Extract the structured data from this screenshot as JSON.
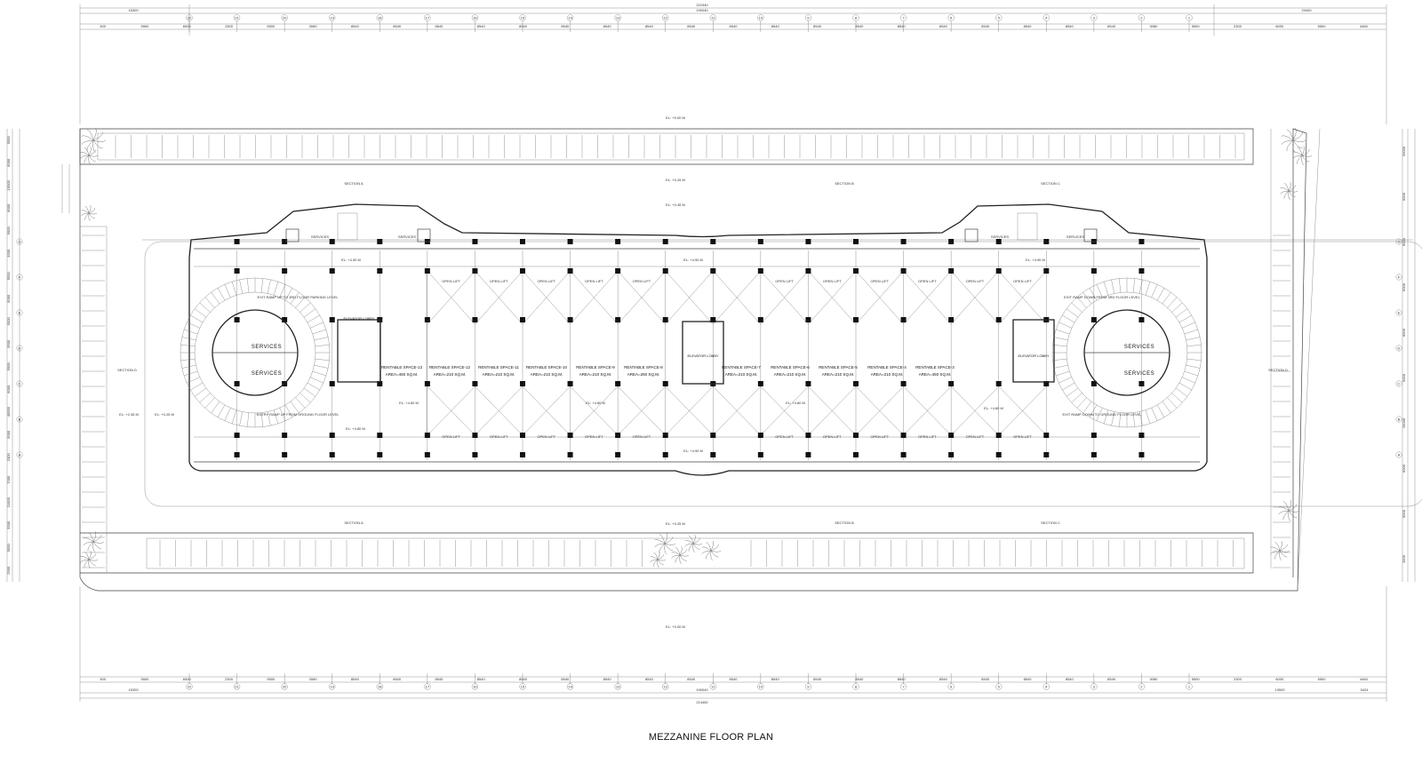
{
  "drawing": {
    "title": "MEZZANINE FLOOR PLAN",
    "bays": [
      "22",
      "21",
      "20",
      "19",
      "18",
      "17",
      "16",
      "15",
      "14",
      "13",
      "12",
      "11",
      "10",
      "9",
      "8",
      "7",
      "6",
      "5",
      "4",
      "3",
      "2",
      "1"
    ],
    "rows": [
      "G",
      "F",
      "E",
      "D",
      "C",
      "B",
      "A"
    ],
    "top_overall": {
      "left": "15300",
      "center": "190040",
      "right": "23400",
      "total": "222340"
    },
    "bottom_overall": {
      "left": "15300",
      "center": "190040",
      "right": "13500",
      "extra": "3424",
      "total": "214462"
    },
    "bay_dims": [
      "300",
      "5500",
      "6000",
      "2300",
      "5500",
      "3080",
      "8540",
      "8540",
      "8540",
      "8540",
      "8540",
      "8540",
      "8540",
      "8540",
      "8540",
      "8540",
      "8540",
      "8540",
      "8540",
      "8540",
      "8540",
      "8540",
      "8540",
      "8540",
      "8540",
      "3080",
      "5500",
      "2300",
      "6000",
      "5500",
      "4460"
    ],
    "left_dims": [
      "5000",
      "6000",
      "15000",
      "6000",
      "5000",
      "1500",
      "5500",
      "5000",
      "5000",
      "5500",
      "5500",
      "6000",
      "40000",
      "5000",
      "2300",
      "7000",
      "21000",
      "5500",
      "5500",
      "2500"
    ],
    "right_dims": [
      "20000",
      "5000",
      "5000",
      "5000",
      "6000",
      "5000",
      "15000",
      "6000",
      "5000",
      "1500"
    ],
    "section_labels": {
      "a": "SECTION A",
      "b": "SECTION B",
      "c": "SECTION C",
      "d": "SECTION D"
    },
    "levels": {
      "ground_top": "EL: +0.00 M",
      "ground_bottom": "EL: +0.00 M",
      "road_top": "EL: +0.25 M",
      "road_bottom": "EL: +0.25 M",
      "upper_top": "EL: +0.45 M",
      "deck_left": "EL: +4.90 M",
      "deck_center": "EL: +4.90 M",
      "deck_right": "EL: +4.90 M",
      "ramp_left": "EL: +2.45 M",
      "ramp_left2": "EL: +0.25 M",
      "lobby_left": "EL: +4.80 M",
      "mid_left": "EL: +4.80 M",
      "mid_center": "EL: +4.80 M",
      "mid_right": "EL: +4.80 M",
      "center_bottom": "EL: +4.90 M"
    },
    "services": "SERVICES",
    "elevator_lobby": "ELEVATOR LOBBY",
    "open_lift": "OPEN LIFT",
    "ramp_left_up": "EXIT RAMP UP TO 3RD FLOOR PARKING LEVEL",
    "ramp_left_down": "ENTRY RAMP UP FROM GROUND FLOOR LEVEL",
    "ramp_right_up": "EXIT RAMP DOWN FROM 3RD FLOOR LEVEL",
    "ramp_right_down": "EXIT RAMP DOWN TO GROUND FLOOR LEVEL",
    "spaces_left": [
      {
        "name": "RENTABLE SPACE-13",
        "area": "AREA=450 SQ.M."
      },
      {
        "name": "RENTABLE SPACE-12",
        "area": "AREA=210 SQ.M."
      },
      {
        "name": "RENTABLE SPACE-11",
        "area": "AREA=210 SQ.M."
      },
      {
        "name": "RENTABLE SPACE-10",
        "area": "AREA=210 SQ.M."
      },
      {
        "name": "RENTABLE SPACE-9",
        "area": "AREA=210 SQ.M."
      },
      {
        "name": "RENTABLE SPACE-8",
        "area": "AREA=250 SQ.M."
      }
    ],
    "spaces_right": [
      {
        "name": "RENTABLE SPACE-7",
        "area": "AREA=210 SQ.M."
      },
      {
        "name": "RENTABLE SPACE-6",
        "area": "AREA=210 SQ.M."
      },
      {
        "name": "RENTABLE SPACE-5",
        "area": "AREA=210 SQ.M."
      },
      {
        "name": "RENTABLE SPACE-4",
        "area": "AREA=210 SQ.M."
      },
      {
        "name": "RENTABLE SPACE-3",
        "area": "AREA=450 SQ.M."
      }
    ]
  }
}
